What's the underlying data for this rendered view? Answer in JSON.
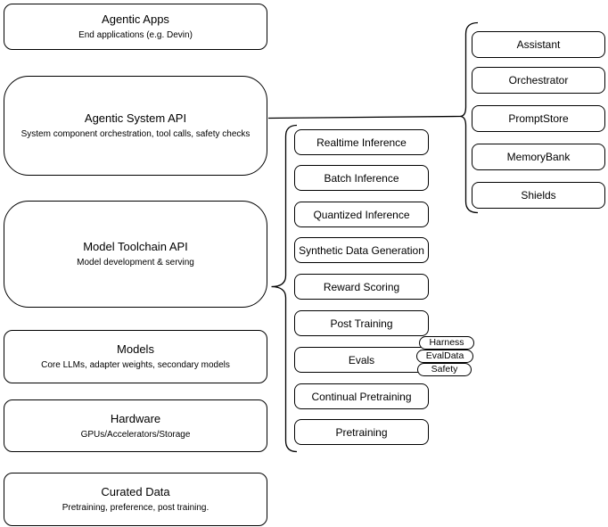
{
  "diagram": {
    "colors": {
      "stroke": "#000000",
      "background": "#ffffff",
      "text": "#000000"
    },
    "stack_layers": [
      {
        "title": "Agentic Apps",
        "subtitle": "End applications (e.g. Devin)"
      },
      {
        "title": "Agentic System API",
        "subtitle": "System component orchestration, tool calls, safety checks"
      },
      {
        "title": "Model Toolchain API",
        "subtitle": "Model development & serving"
      },
      {
        "title": "Models",
        "subtitle": "Core LLMs, adapter weights, secondary models"
      },
      {
        "title": "Hardware",
        "subtitle": "GPUs/Accelerators/Storage"
      },
      {
        "title": "Curated Data",
        "subtitle": "Pretraining, preference, post training."
      }
    ],
    "toolchain_services": [
      "Realtime Inference",
      "Batch Inference",
      "Quantized Inference",
      "Synthetic Data Generation",
      "Reward Scoring",
      "Post Training",
      "Evals",
      "Continual Pretraining",
      "Pretraining"
    ],
    "system_components": [
      "Assistant",
      "Orchestrator",
      "PromptStore",
      "MemoryBank",
      "Shields"
    ],
    "eval_tags": [
      "Harness",
      "EvalData",
      "Safety"
    ]
  }
}
